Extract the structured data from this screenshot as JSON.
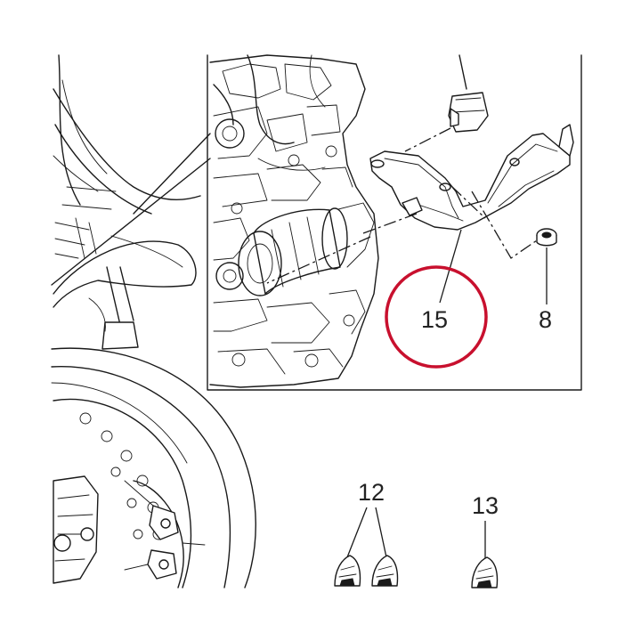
{
  "callouts": {
    "c15": "15",
    "c8": "8",
    "c12": "12",
    "c13": "13"
  },
  "colors": {
    "line": "#1a1a1a",
    "highlight_circle": "#c8102e",
    "background": "#ffffff"
  }
}
